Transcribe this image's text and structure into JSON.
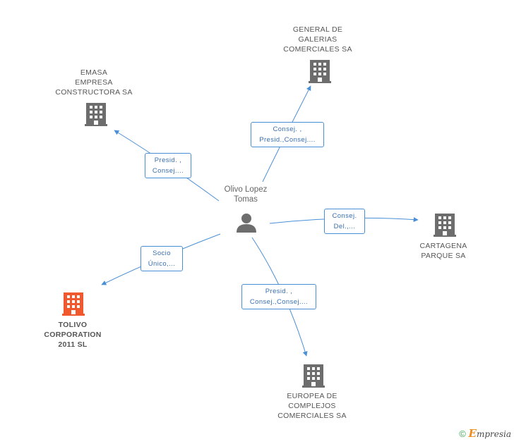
{
  "center": {
    "name": "Olivo Lopez\nTomas",
    "icon": "person-icon"
  },
  "companies": [
    {
      "id": "galerias",
      "name": "GENERAL DE\nGALERIAS\nCOMERCIALES SA",
      "icon": "building-icon",
      "color": "#6d6d6d"
    },
    {
      "id": "emasa",
      "name": "EMASA\nEMPRESA\nCONSTRUCTORA SA",
      "icon": "building-icon",
      "color": "#6d6d6d"
    },
    {
      "id": "cartagena",
      "name": "CARTAGENA\nPARQUE SA",
      "icon": "building-icon",
      "color": "#6d6d6d"
    },
    {
      "id": "tolivo",
      "name": "TOLIVO\nCORPORATION\n2011 SL",
      "icon": "building-icon",
      "color": "#f0582e"
    },
    {
      "id": "europea",
      "name": "EUROPEA DE\nCOMPLEJOS\nCOMERCIALES SA",
      "icon": "building-icon",
      "color": "#6d6d6d"
    }
  ],
  "edges": [
    {
      "to": "galerias",
      "label": "Consej. ,\nPresid.,Consej...."
    },
    {
      "to": "emasa",
      "label": "Presid. ,\nConsej...."
    },
    {
      "to": "cartagena",
      "label": "Consej.\nDel.,..."
    },
    {
      "to": "tolivo",
      "label": "Socio\nÚnico,..."
    },
    {
      "to": "europea",
      "label": "Presid. ,\nConsej.,Consej...."
    }
  ],
  "footer": {
    "copyright": "©",
    "brand_e": "E",
    "brand_rest": "mpresia"
  },
  "colors": {
    "edge": "#4a8fd6",
    "building": "#6d6d6d",
    "highlight": "#f0582e",
    "person": "#6d6d6d"
  }
}
